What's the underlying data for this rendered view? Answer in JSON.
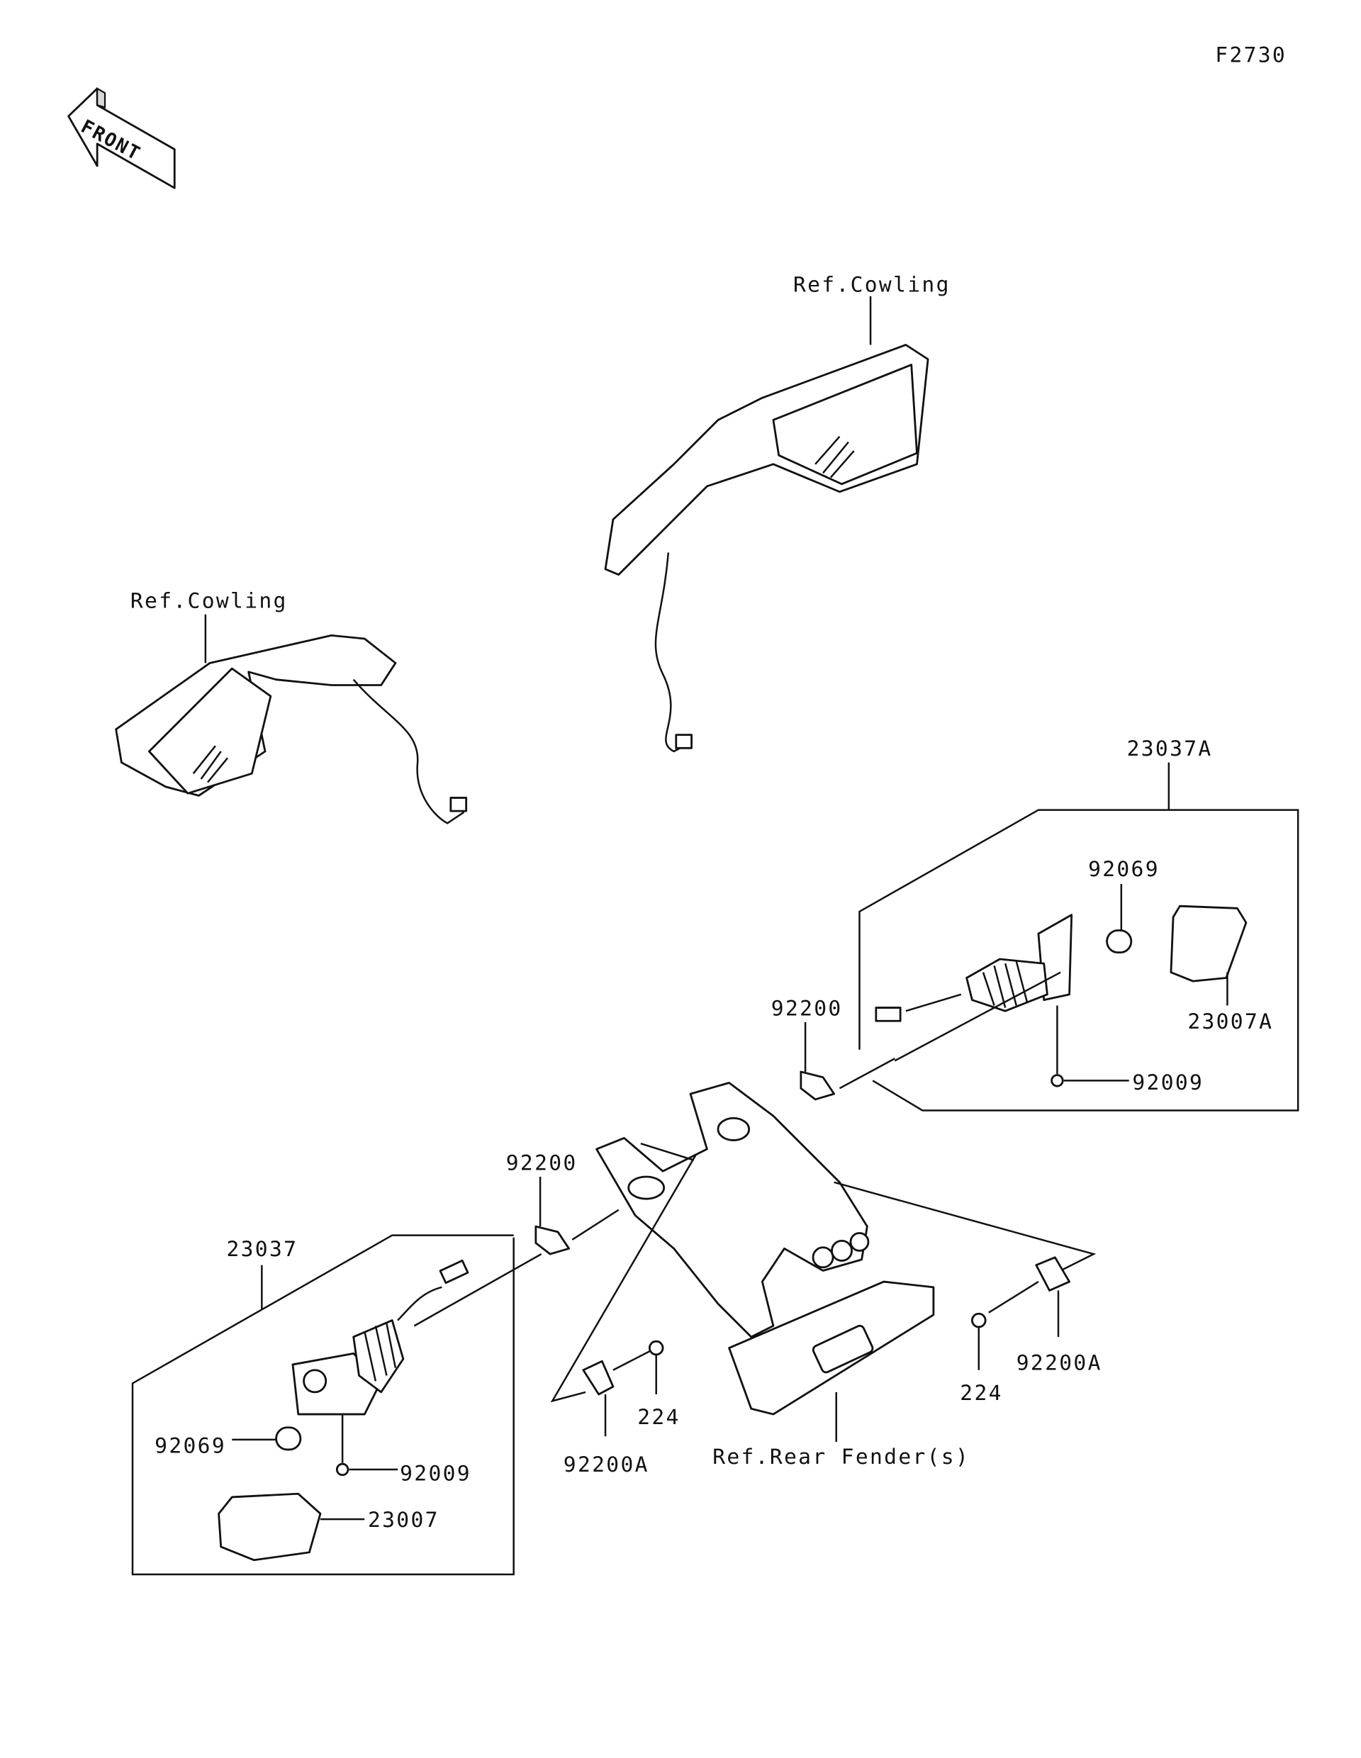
{
  "diagram_id": "F2730",
  "front_label": "FRONT",
  "labels": {
    "ref_cowling_right": "Ref.Cowling",
    "ref_cowling_left": "Ref.Cowling",
    "assy_right": "23037A",
    "bulb_right": "92069",
    "lens_right": "23007A",
    "screw_right": "92009",
    "grommet_right": "92200",
    "grommet_left": "92200",
    "assy_left": "23037",
    "bulb_left": "92069",
    "screw_left": "92009",
    "lens_left": "23007",
    "bolt_left": "224",
    "clip_left": "92200A",
    "bolt_right": "224",
    "clip_right": "92200A",
    "ref_rear_fender": "Ref.Rear Fender(s)"
  }
}
